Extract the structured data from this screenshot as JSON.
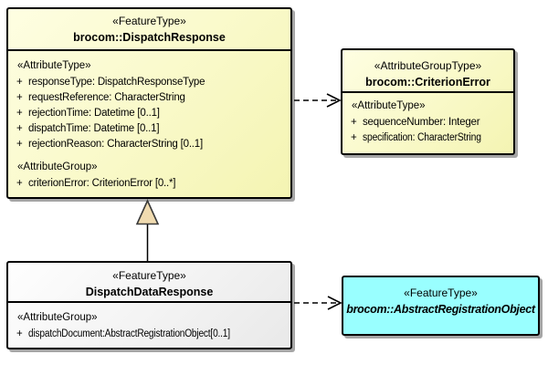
{
  "diagram": {
    "type": "uml-class-diagram",
    "colors": {
      "class_fill_yellow_light": "#FEFEE2",
      "class_fill_yellow_dark": "#F4F4B2",
      "class_fill_gray_light": "#FEFEFE",
      "class_fill_gray_dark": "#E9E9E9",
      "class_fill_cyan": "#99FFFF",
      "border": "#000000",
      "shadow": "#A6A6A6",
      "generalization_head_fill": "#F0DBB0"
    },
    "connectors": [
      {
        "type": "generalization",
        "from": "DispatchDataResponse",
        "to": "brocom::DispatchResponse"
      },
      {
        "type": "dashed-dependency",
        "from": "brocom::DispatchResponse",
        "to": "brocom::CriterionError"
      },
      {
        "type": "dashed-dependency",
        "from": "DispatchDataResponse",
        "to": "brocom::AbstractRegistrationObject"
      }
    ]
  },
  "dispatch_response": {
    "stereotype": "«FeatureType»",
    "name": "brocom::DispatchResponse",
    "attr_type_label": "«AttributeType»",
    "attrs": [
      {
        "vis": "+",
        "text": "responseType: DispatchResponseType"
      },
      {
        "vis": "+",
        "text": "requestReference: CharacterString"
      },
      {
        "vis": "+",
        "text": "rejectionTime: Datetime [0..1]"
      },
      {
        "vis": "+",
        "text": "dispatchTime: Datetime [0..1]"
      },
      {
        "vis": "+",
        "text": "rejectionReason: CharacterString [0..1]"
      }
    ],
    "attr_group_label": "«AttributeGroup»",
    "group_attrs": [
      {
        "vis": "+",
        "text": "criterionError: CriterionError [0..*]"
      }
    ]
  },
  "criterion_error": {
    "stereotype": "«AttributeGroupType»",
    "name": "brocom::CriterionError",
    "attr_type_label": "«AttributeType»",
    "attrs": [
      {
        "vis": "+",
        "text": "sequenceNumber: Integer"
      },
      {
        "vis": "+",
        "text": "specification: CharacterString"
      }
    ]
  },
  "dispatch_data_response": {
    "stereotype": "«FeatureType»",
    "name": "DispatchDataResponse",
    "attr_group_label": "«AttributeGroup»",
    "group_attrs": [
      {
        "vis": "+",
        "text": "dispatchDocument:AbstractRegistrationObject[0..1]"
      }
    ]
  },
  "abstract_registration_object": {
    "stereotype": "«FeatureType»",
    "name": "brocom::AbstractRegistrationObject"
  }
}
